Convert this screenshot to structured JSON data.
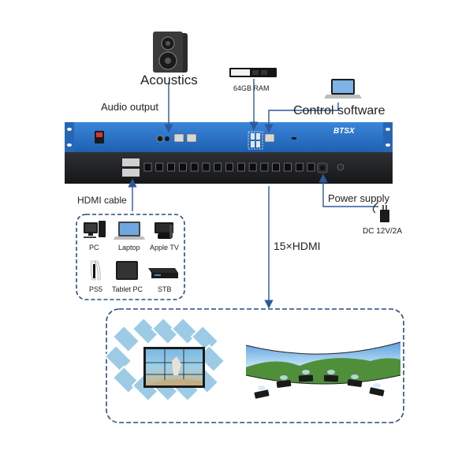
{
  "labels": {
    "acoustics": "Acoustics",
    "audio_output": "Audio output",
    "ram": "64GB RAM",
    "control_software": "Control software",
    "hdmi_cable": "HDMI cable",
    "power_supply": "Power supply",
    "dc_rating": "DC 12V/2A",
    "hdmi_count": "15×HDMI"
  },
  "device": {
    "brand": "BTSX",
    "hdmi_port_count": 15
  },
  "sources": [
    {
      "label": "PC",
      "icon": "desktop-pc-icon"
    },
    {
      "label": "Laptop",
      "icon": "laptop-icon"
    },
    {
      "label": "Apple TV",
      "icon": "apple-tv-icon"
    },
    {
      "label": "PS5",
      "icon": "ps5-icon"
    },
    {
      "label": "Tablet PC",
      "icon": "tablet-icon"
    },
    {
      "label": "STB",
      "icon": "set-top-box-icon"
    }
  ],
  "colors": {
    "panel_blue": "#2a6fc4",
    "panel_dark": "#1f2123",
    "line_blue": "#2b5a9a",
    "dashed_border": "#2a4c7d"
  }
}
